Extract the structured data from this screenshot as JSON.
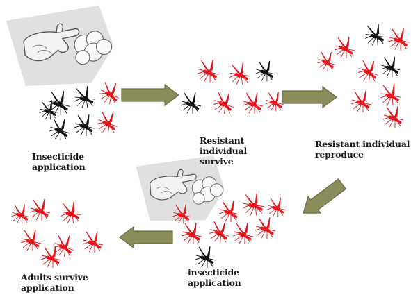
{
  "colors": {
    "resistant_mosquito": "#e8141c",
    "susceptible_mosquito": "#141414",
    "arrow_fill": "#8a8c5a",
    "arrow_edge": "#6b6d42",
    "spray_panel": "#d6d6d6"
  },
  "stages": [
    {
      "id": "stage-1",
      "label_lines": [
        "Insecticide",
        "application"
      ],
      "spray": true
    },
    {
      "id": "stage-2",
      "label_lines": [
        "Resistant",
        "individual",
        "survive"
      ],
      "spray": false
    },
    {
      "id": "stage-3",
      "label_lines": [
        "Resistant individual",
        "reproduce"
      ],
      "spray": false
    },
    {
      "id": "stage-4",
      "label_lines": [
        "insecticide",
        "application"
      ],
      "spray": true
    },
    {
      "id": "stage-5",
      "label_lines": [
        "Adults survive",
        "application"
      ],
      "spray": false
    }
  ],
  "mosquito_counts": [
    {
      "stage": "stage-1",
      "resistant": 2,
      "susceptible": 5
    },
    {
      "stage": "stage-2",
      "resistant": 5,
      "susceptible": 2
    },
    {
      "stage": "stage-3",
      "resistant": 7,
      "susceptible": 2
    },
    {
      "stage": "stage-4",
      "resistant": 8,
      "susceptible": 1
    },
    {
      "stage": "stage-5",
      "resistant": 7,
      "susceptible": 0
    }
  ],
  "arrows": [
    {
      "from": "stage-1",
      "to": "stage-2"
    },
    {
      "from": "stage-2",
      "to": "stage-3"
    },
    {
      "from": "stage-3",
      "to": "stage-4"
    },
    {
      "from": "stage-4",
      "to": "stage-5"
    }
  ]
}
